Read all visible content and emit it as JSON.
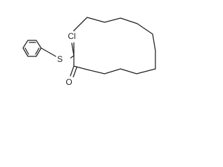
{
  "molecule": {
    "atom_labels": {
      "chlorine": "Cl",
      "sulfur": "S",
      "oxygen": "O"
    },
    "colors": {
      "bond": "#1f1f1f",
      "label": "#1f1f1f",
      "background": "#ffffff"
    }
  }
}
